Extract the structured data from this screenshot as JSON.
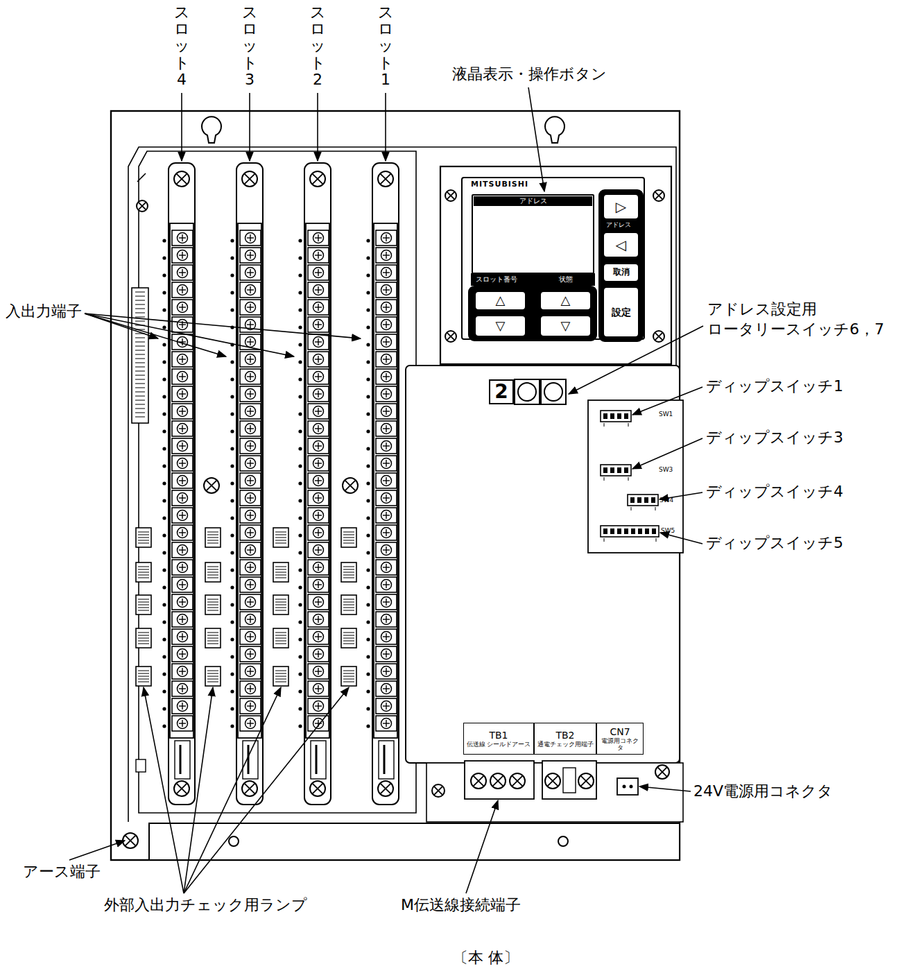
{
  "diagram": {
    "caption": "〔本 体〕",
    "nodes": [
      {
        "text": [
          "MITSUBISHI"
        ]
      },
      {
        "text": [
          "アドレス"
        ],
        "in": 0
      },
      {
        "text": [
          "▷"
        ],
        "in": 0
      },
      {
        "text": [
          "◁"
        ],
        "in": 0
      },
      {
        "text": [
          "取消"
        ],
        "in": 0
      },
      {
        "text": [
          "設定"
        ],
        "in": 0
      },
      {
        "text": [
          "△"
        ],
        "in": 0
      },
      {
        "text": [
          "▽"
        ],
        "in": 0
      },
      {
        "text": [
          "△"
        ],
        "in": 0
      },
      {
        "text": [
          "▽"
        ],
        "in": 0
      },
      {
        "text": [
          "TB1",
          "伝送線 シールドアース"
        ]
      },
      {
        "text": [
          "TB2",
          "通電チェック用端子"
        ]
      },
      {
        "text": [
          "CN7",
          "電源用コネクタ"
        ]
      },
      {
        "text": [
          "2"
        ]
      }
    ],
    "labels": [
      "スロット4",
      "スロット3",
      "スロット2",
      "スロット1",
      "液晶表示・操作ボタン",
      "入出力端子",
      "アドレス設定用 ロータリースイッチ6，7",
      "ディップスイッチ1",
      "ディップスイッチ3",
      "ディップスイッチ4",
      "ディップスイッチ5",
      "24V電源用コネクタ",
      "アース端子",
      "外部入出力チェック用ランプ",
      "M伝送線接続端子",
      "SW1",
      "SW3",
      "SW4",
      "SW5",
      "アドレス",
      "スロット番号",
      "状態"
    ]
  }
}
